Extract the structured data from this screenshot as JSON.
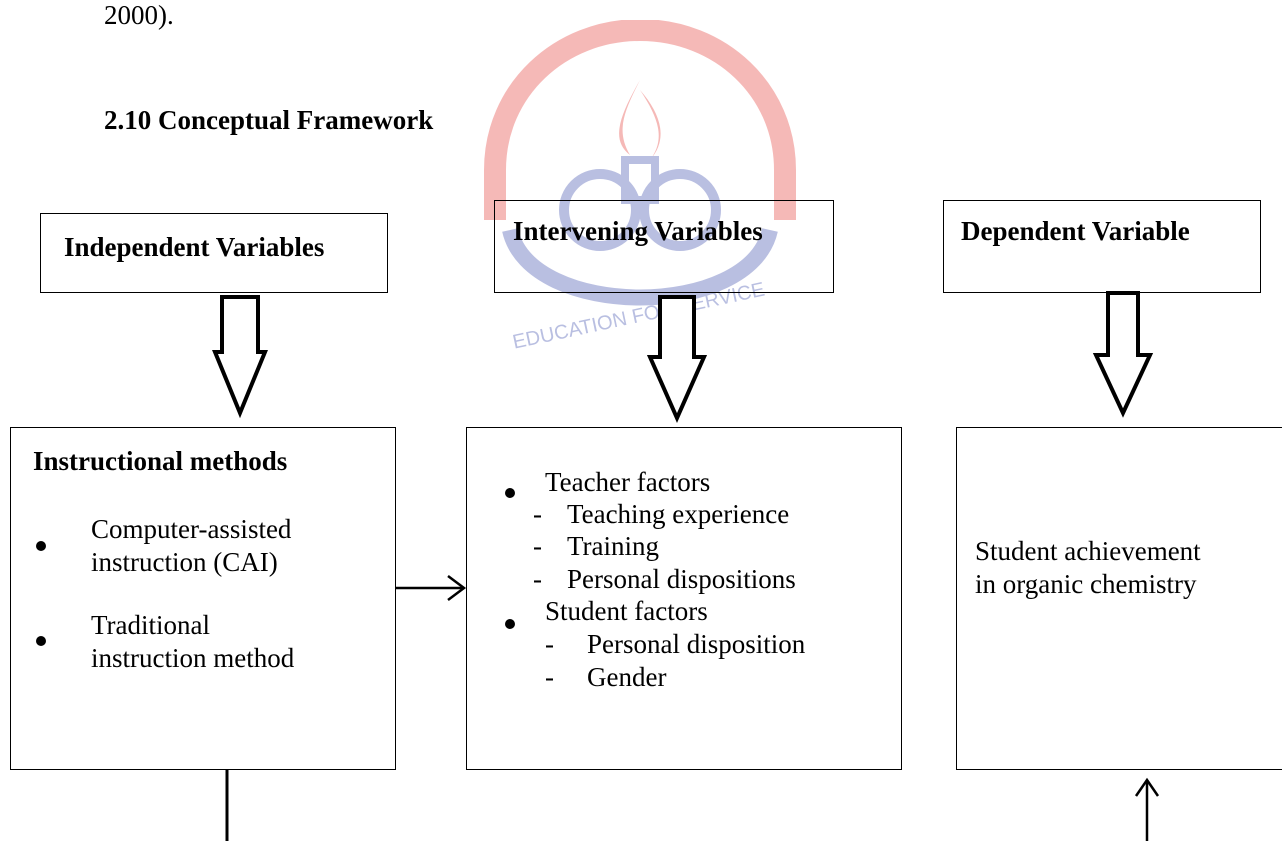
{
  "intro_text": "2000).",
  "section_title": "2.10 Conceptual Framework",
  "headers": {
    "independent": "Independent Variables",
    "intervening": "Intervening Variables",
    "dependent": "Dependent Variable"
  },
  "instructional": {
    "title": "Instructional methods",
    "item1_line1": "Computer-assisted",
    "item1_line2": "instruction (CAI)",
    "item2_line1": "Traditional",
    "item2_line2": "instruction method"
  },
  "intervening": {
    "teacher_factors": "Teacher factors",
    "teacher_sub1": "Teaching experience",
    "teacher_sub2": "Training",
    "teacher_sub3": "Personal dispositions",
    "student_factors": "Student factors",
    "student_sub1": "Personal disposition",
    "student_sub2": "Gender",
    "dash": "-"
  },
  "dependent": {
    "line1": "Student achievement",
    "line2": "in organic chemistry"
  },
  "watermark_text": "EDUCATION FOR SERVICE",
  "colors": {
    "watermark_red": "#e53935",
    "watermark_blue": "#3949ab"
  }
}
